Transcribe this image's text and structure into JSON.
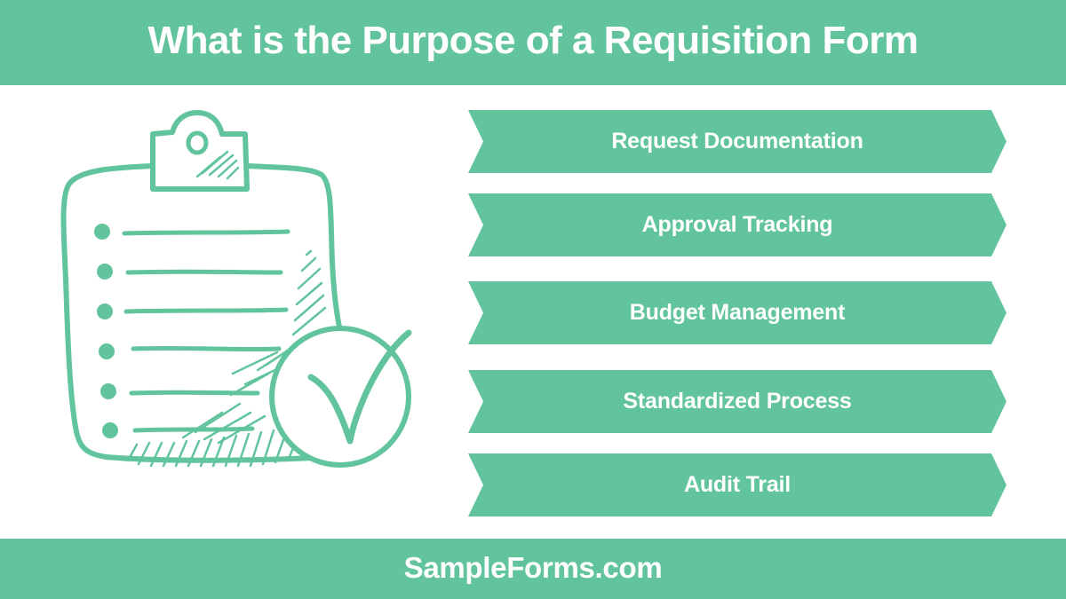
{
  "header": {
    "title": "What is the Purpose of a Requisition Form"
  },
  "illustration": {
    "icon": "clipboard-checklist-with-checkmark-icon",
    "list_item_count": 6
  },
  "purposes": [
    {
      "label": "Request Documentation"
    },
    {
      "label": "Approval Tracking"
    },
    {
      "label": "Budget Management"
    },
    {
      "label": "Standardized Process"
    },
    {
      "label": "Audit Trail"
    }
  ],
  "footer": {
    "brand": "SampleForms.com"
  },
  "colors": {
    "accent": "#62c49d",
    "text_on_accent": "#ffffff",
    "background": "#ffffff"
  }
}
